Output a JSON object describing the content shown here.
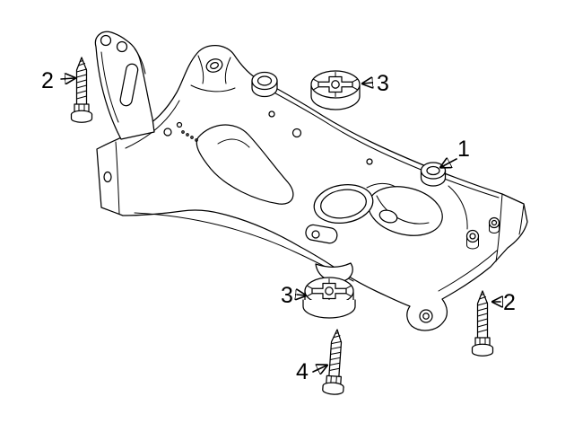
{
  "canvas": {
    "background": "#ffffff",
    "line_color": "#000000"
  },
  "callouts": [
    {
      "label": "2"
    },
    {
      "label": "3"
    },
    {
      "label": "1"
    },
    {
      "label": "3"
    },
    {
      "label": "2"
    },
    {
      "label": "4"
    }
  ]
}
